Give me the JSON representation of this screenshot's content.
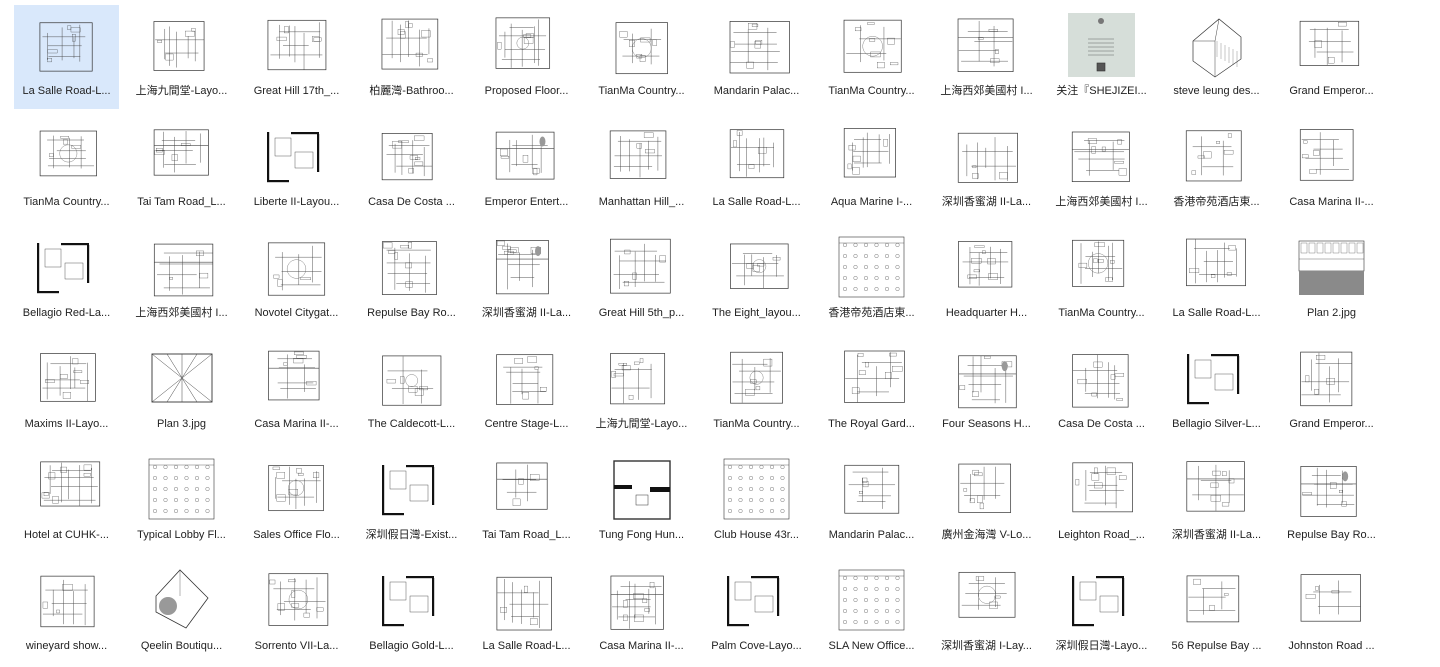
{
  "explorer": {
    "selected_index": 0,
    "files": [
      {
        "name": "La Salle Road-L...",
        "thumb": "plan-a"
      },
      {
        "name": "上海九間堂-Layo...",
        "thumb": "plan-b"
      },
      {
        "name": "Great Hill 17th_...",
        "thumb": "plan-c"
      },
      {
        "name": "柏麗灣-Bathroo...",
        "thumb": "plan-d"
      },
      {
        "name": "Proposed Floor...",
        "thumb": "plan-e"
      },
      {
        "name": "TianMa Country...",
        "thumb": "plan-f"
      },
      {
        "name": "Mandarin Palac...",
        "thumb": "plan-g"
      },
      {
        "name": "TianMa Country...",
        "thumb": "plan-f"
      },
      {
        "name": "上海西郊美國村 I...",
        "thumb": "plan-h"
      },
      {
        "name": "关注『SHEJIZEI...",
        "thumb": "cover"
      },
      {
        "name": "steve leung des...",
        "thumb": "iso"
      },
      {
        "name": "Grand Emperor...",
        "thumb": "plan-i"
      },
      {
        "name": "TianMa Country...",
        "thumb": "plan-f"
      },
      {
        "name": "Tai Tam Road_L...",
        "thumb": "plan-h"
      },
      {
        "name": "Liberte II-Layou...",
        "thumb": "plan-j"
      },
      {
        "name": "Casa De Costa ...",
        "thumb": "plan-k"
      },
      {
        "name": "Emperor Entert...",
        "thumb": "plan-l"
      },
      {
        "name": "Manhattan Hill_...",
        "thumb": "plan-m"
      },
      {
        "name": "La Salle Road-L...",
        "thumb": "plan-a"
      },
      {
        "name": "Aqua Marine I-...",
        "thumb": "plan-b"
      },
      {
        "name": "深圳香蜜湖 II-La...",
        "thumb": "plan-c"
      },
      {
        "name": "上海西郊美國村 I...",
        "thumb": "plan-h"
      },
      {
        "name": "香港帝苑酒店東...",
        "thumb": "plan-m"
      },
      {
        "name": "Casa Marina II-...",
        "thumb": "plan-b"
      },
      {
        "name": "Bellagio Red-La...",
        "thumb": "plan-j"
      },
      {
        "name": "上海西郊美國村 I...",
        "thumb": "plan-h"
      },
      {
        "name": "Novotel Citygat...",
        "thumb": "plan-e"
      },
      {
        "name": "Repulse Bay Ro...",
        "thumb": "plan-i"
      },
      {
        "name": "深圳香蜜湖 II-La...",
        "thumb": "plan-l"
      },
      {
        "name": "Great Hill 5th_p...",
        "thumb": "plan-m"
      },
      {
        "name": "The Eight_layou...",
        "thumb": "plan-e"
      },
      {
        "name": "香港帝苑酒店東...",
        "thumb": "plan-n"
      },
      {
        "name": "Headquarter H...",
        "thumb": "plan-i"
      },
      {
        "name": "TianMa Country...",
        "thumb": "plan-f"
      },
      {
        "name": "La Salle Road-L...",
        "thumb": "plan-a"
      },
      {
        "name": "Plan 2.jpg",
        "thumb": "plan-o"
      },
      {
        "name": "Maxims II-Layo...",
        "thumb": "plan-c"
      },
      {
        "name": "Plan 3.jpg",
        "thumb": "plan-p"
      },
      {
        "name": "Casa Marina II-...",
        "thumb": "plan-h"
      },
      {
        "name": "The Caldecott-L...",
        "thumb": "plan-e"
      },
      {
        "name": "Centre Stage-L...",
        "thumb": "plan-k"
      },
      {
        "name": "上海九間堂-Layo...",
        "thumb": "plan-g"
      },
      {
        "name": "TianMa Country...",
        "thumb": "plan-f"
      },
      {
        "name": "The Royal Gard...",
        "thumb": "plan-i"
      },
      {
        "name": "Four Seasons H...",
        "thumb": "plan-l"
      },
      {
        "name": "Casa De Costa ...",
        "thumb": "plan-k"
      },
      {
        "name": "Bellagio Silver-L...",
        "thumb": "plan-j"
      },
      {
        "name": "Grand Emperor...",
        "thumb": "plan-i"
      },
      {
        "name": "Hotel at CUHK-...",
        "thumb": "plan-c"
      },
      {
        "name": "Typical Lobby Fl...",
        "thumb": "plan-n"
      },
      {
        "name": "Sales Office Flo...",
        "thumb": "plan-e"
      },
      {
        "name": "深圳假日灣-Exist...",
        "thumb": "plan-j"
      },
      {
        "name": "Tai Tam Road_L...",
        "thumb": "plan-h"
      },
      {
        "name": "Tung Fong Hun...",
        "thumb": "plan-q"
      },
      {
        "name": "Club House 43r...",
        "thumb": "plan-n"
      },
      {
        "name": "Mandarin Palac...",
        "thumb": "plan-g"
      },
      {
        "name": "廣州金海灣 V-Lo...",
        "thumb": "plan-c"
      },
      {
        "name": "Leighton Road_...",
        "thumb": "plan-k"
      },
      {
        "name": "深圳香蜜湖 II-La...",
        "thumb": "plan-h"
      },
      {
        "name": "Repulse Bay Ro...",
        "thumb": "plan-l"
      },
      {
        "name": "wineyard show...",
        "thumb": "plan-c"
      },
      {
        "name": "Qeelin Boutiqu...",
        "thumb": "plan-r"
      },
      {
        "name": "Sorrento VII-La...",
        "thumb": "plan-e"
      },
      {
        "name": "Bellagio Gold-L...",
        "thumb": "plan-j"
      },
      {
        "name": "La Salle Road-L...",
        "thumb": "plan-a"
      },
      {
        "name": "Casa Marina II-...",
        "thumb": "plan-h"
      },
      {
        "name": "Palm Cove-Layo...",
        "thumb": "plan-j"
      },
      {
        "name": "SLA New Office...",
        "thumb": "plan-n"
      },
      {
        "name": "深圳香蜜湖 I-Lay...",
        "thumb": "plan-f"
      },
      {
        "name": "深圳假日灣-Layo...",
        "thumb": "plan-j"
      },
      {
        "name": "56 Repulse Bay ...",
        "thumb": "plan-k"
      },
      {
        "name": "Johnston Road ...",
        "thumb": "plan-a"
      }
    ]
  }
}
